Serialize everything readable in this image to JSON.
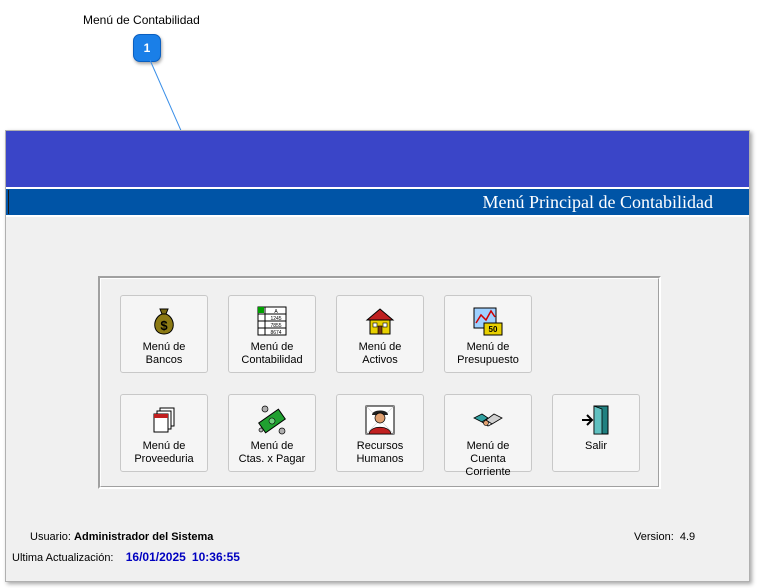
{
  "callout": {
    "label": "Menú de Contabilidad",
    "number": "1"
  },
  "window": {
    "title": "Menú Principal de Contabilidad"
  },
  "tiles": [
    {
      "label1": "Menú de",
      "label2": "Bancos",
      "icon": "money-bag-icon"
    },
    {
      "label1": "Menú de",
      "label2": "Contabilidad",
      "icon": "ledger-icon"
    },
    {
      "label1": "Menú de",
      "label2": "Activos",
      "icon": "house-icon"
    },
    {
      "label1": "Menú de",
      "label2": "Presupuesto",
      "icon": "budget-chart-icon"
    },
    {
      "label1": "Menú de",
      "label2": "Proveeduria",
      "icon": "documents-icon"
    },
    {
      "label1": "Menú de",
      "label2": "Ctas. x Pagar",
      "icon": "cash-icon"
    },
    {
      "label1": "Recursos",
      "label2": "Humanos",
      "icon": "person-icon"
    },
    {
      "label1": "Menú de",
      "label2": "Cuenta Corriente",
      "icon": "handshake-icon"
    },
    {
      "label1": "Salir",
      "label2": "",
      "icon": "exit-door-icon"
    }
  ],
  "footer": {
    "user_label": "Usuario:",
    "user_value": "Administrador del Sistema",
    "version_label": "Version:",
    "version_value": "4.9",
    "updated_label": "Ultima Actualización:",
    "updated_date": "16/01/2025",
    "updated_time": "10:36:55"
  }
}
